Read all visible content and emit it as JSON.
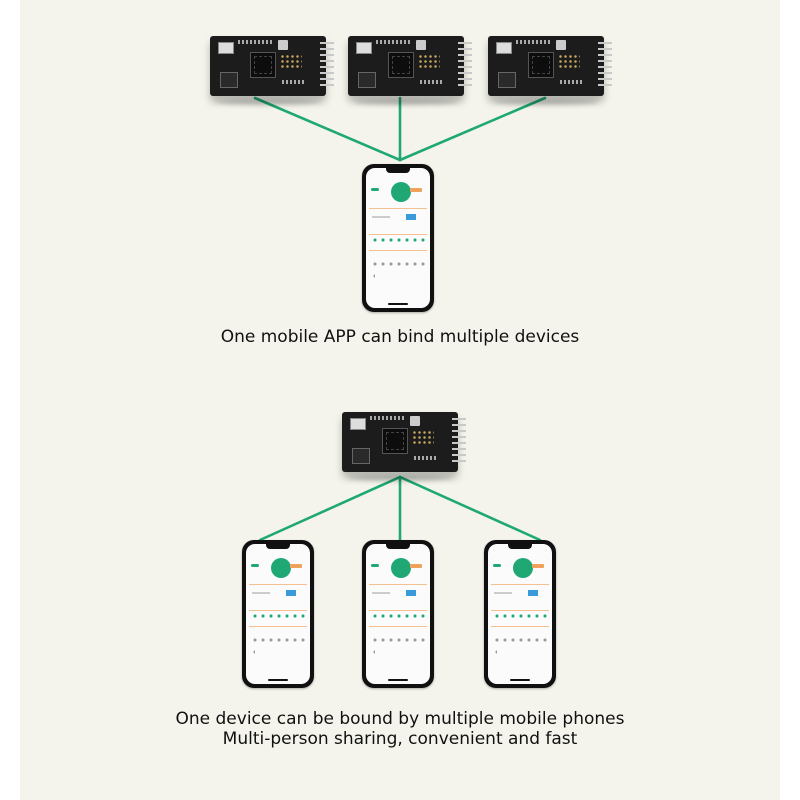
{
  "captions": {
    "line1": "One mobile APP can bind multiple devices",
    "line2a": "One device can be bound by multiple mobile phones",
    "line2b": "Multi-person sharing, convenient and fast"
  },
  "colors": {
    "connector": "#1fa874",
    "background": "#f4f4ec",
    "board": "#1c1c1c",
    "phone_frame": "#101010",
    "app_accent": "#1fa874",
    "app_tag": "#f1a25a"
  },
  "icons": [
    "circuit-board-icon",
    "smartphone-icon"
  ]
}
